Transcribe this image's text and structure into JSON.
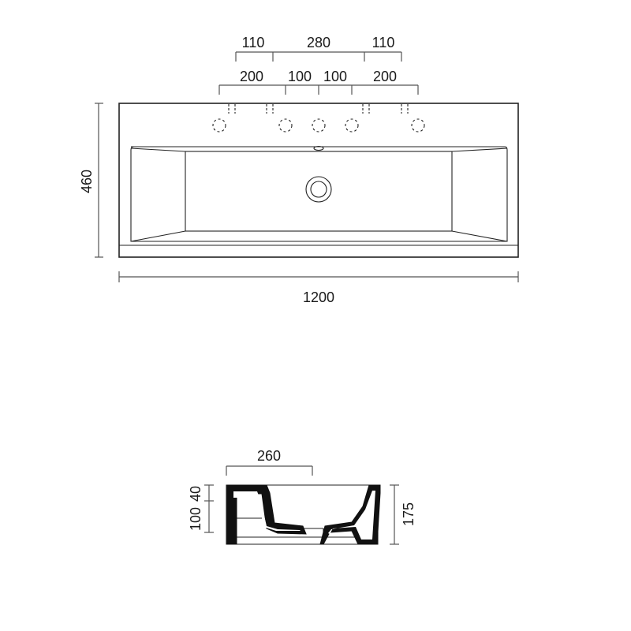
{
  "top_view": {
    "width_label": "1200",
    "height_label": "460",
    "faucet_spacing_outer": [
      "110",
      "280",
      "110"
    ],
    "faucet_spacing_inner": [
      "200",
      "100",
      "100",
      "200"
    ]
  },
  "side_view": {
    "depth_label": "260",
    "rim_label": "40",
    "bowl_label": "100",
    "total_height_label": "175"
  },
  "colors": {
    "line": "#222222",
    "dimension": "#555555",
    "section_fill": "#111111",
    "background": "#ffffff"
  }
}
